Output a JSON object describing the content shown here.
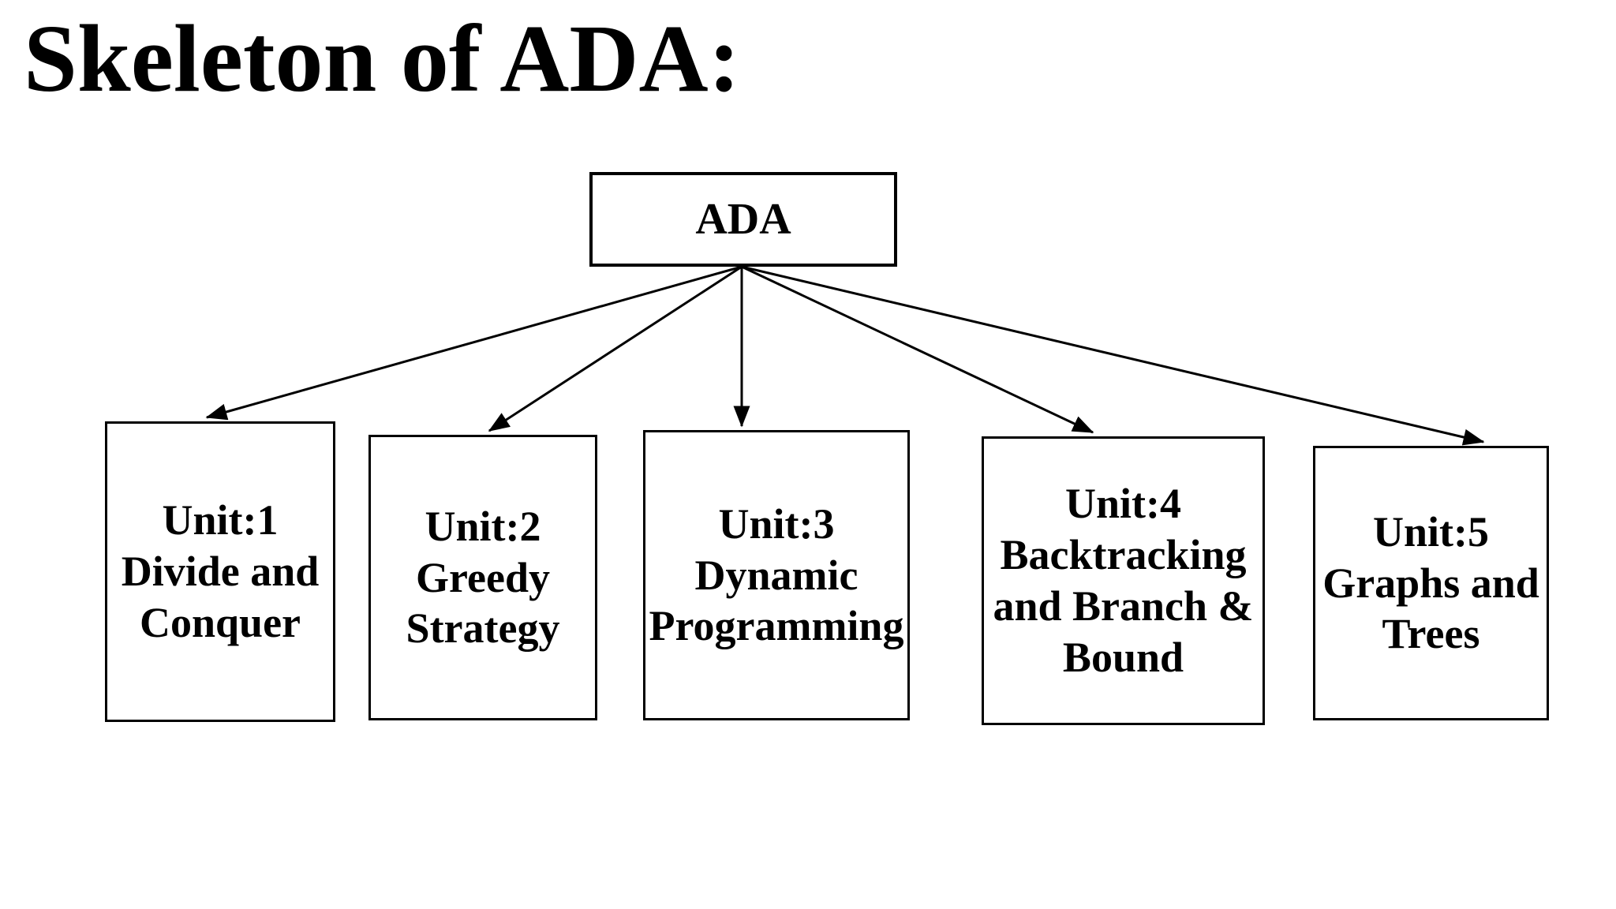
{
  "title": "Skeleton of ADA:",
  "diagram": {
    "root": {
      "label": "ADA"
    },
    "units": [
      {
        "id": "unit-1",
        "label": "Unit:1\nDivide and\nConquer"
      },
      {
        "id": "unit-2",
        "label": "Unit:2\nGreedy\nStrategy"
      },
      {
        "id": "unit-3",
        "label": "Unit:3\nDynamic\nProgramming"
      },
      {
        "id": "unit-4",
        "label": "Unit:4\nBacktracking\nand Branch &\nBound"
      },
      {
        "id": "unit-5",
        "label": "Unit:5\nGraphs and\nTrees"
      }
    ],
    "colors": {
      "text": "#000000",
      "border": "#000000",
      "background": "#ffffff"
    }
  }
}
